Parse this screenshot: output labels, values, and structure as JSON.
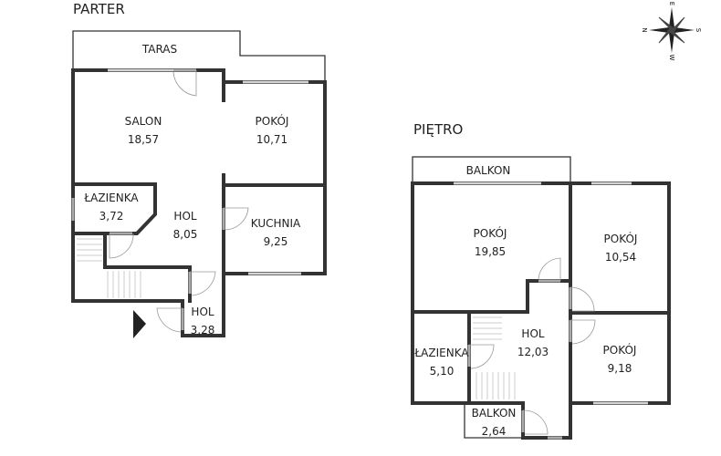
{
  "floors": {
    "ground": {
      "title": "PARTER",
      "terrace": "TARAS",
      "rooms": [
        {
          "name": "SALON",
          "area": "18,57"
        },
        {
          "name": "POKÓJ",
          "area": "10,71"
        },
        {
          "name": "ŁAZIENKA",
          "area": "3,72"
        },
        {
          "name": "HOL",
          "area": "8,05"
        },
        {
          "name": "KUCHNIA",
          "area": "9,25"
        },
        {
          "name": "HOL",
          "area": "3,28"
        }
      ]
    },
    "upper": {
      "title": "PIĘTRO",
      "balcony": "BALKON",
      "rooms": [
        {
          "name": "POKÓJ",
          "area": "19,85"
        },
        {
          "name": "POKÓJ",
          "area": "10,54"
        },
        {
          "name": "HOL",
          "area": "12,03"
        },
        {
          "name": "ŁAZIENKA",
          "area": "5,10"
        },
        {
          "name": "POKÓJ",
          "area": "9,18"
        },
        {
          "name": "BALKON",
          "area": "2,64"
        }
      ]
    }
  },
  "compass": {
    "n": "N",
    "e": "E",
    "s": "S",
    "w": "W"
  }
}
